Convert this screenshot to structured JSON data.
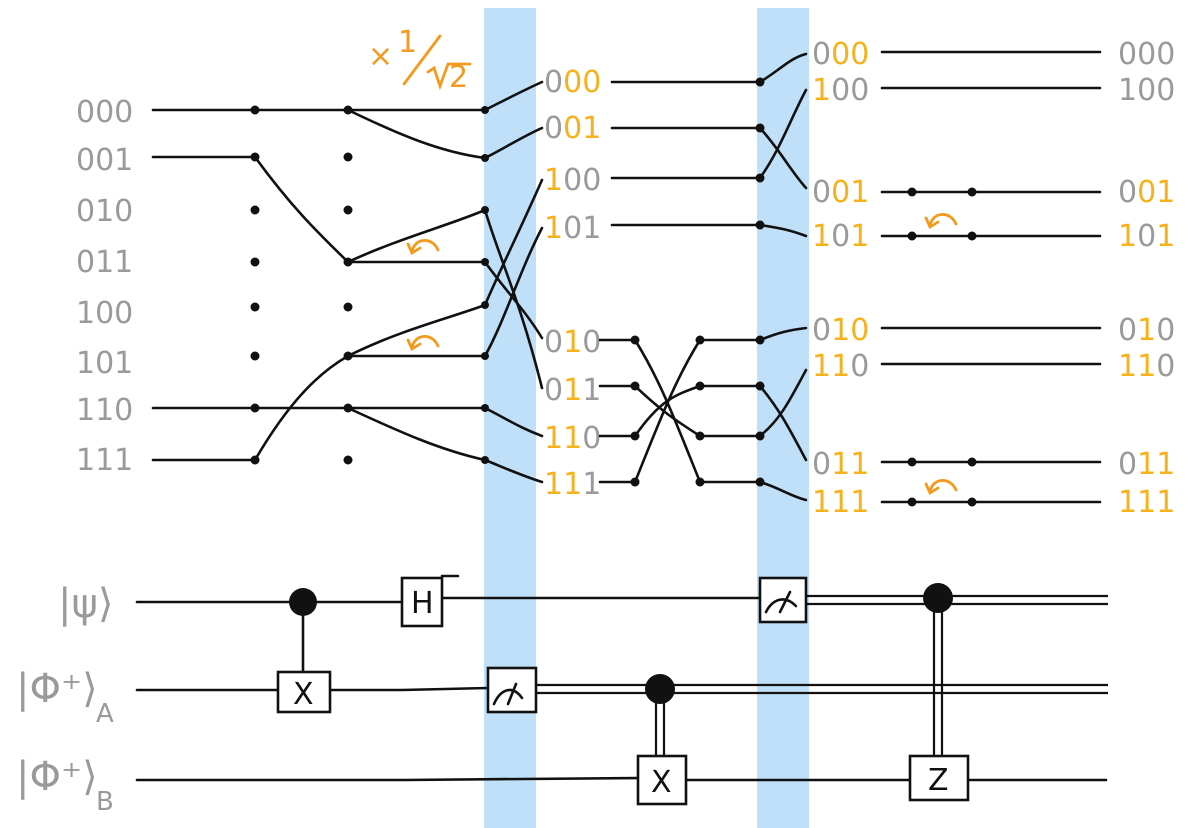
{
  "colors": {
    "label_gray": "#9a9a9a",
    "bit_orange": "#f5b21c",
    "annotation_orange": "#f39a1e",
    "band_blue": "#bfe0f8",
    "ink": "#111111"
  },
  "scale_annotation": {
    "prefix": "×",
    "numerator": "1",
    "radicand": "2"
  },
  "stage0_labels": [
    "000",
    "001",
    "010",
    "011",
    "100",
    "101",
    "110",
    "111"
  ],
  "stage1_labels": [
    {
      "parts": [
        [
          "0",
          "g"
        ],
        [
          "0",
          "o"
        ],
        [
          "0",
          "o"
        ]
      ]
    },
    {
      "parts": [
        [
          "0",
          "g"
        ],
        [
          "0",
          "o"
        ],
        [
          "1",
          "o"
        ]
      ]
    },
    {
      "parts": [
        [
          "1",
          "o"
        ],
        [
          "0",
          "g"
        ],
        [
          "0",
          "g"
        ]
      ]
    },
    {
      "parts": [
        [
          "1",
          "o"
        ],
        [
          "0",
          "g"
        ],
        [
          "1",
          "g"
        ]
      ]
    },
    {
      "parts": [
        [
          "0",
          "g"
        ],
        [
          "1",
          "o"
        ],
        [
          "0",
          "g"
        ]
      ]
    },
    {
      "parts": [
        [
          "0",
          "g"
        ],
        [
          "1",
          "o"
        ],
        [
          "1",
          "g"
        ]
      ]
    },
    {
      "parts": [
        [
          "1",
          "o"
        ],
        [
          "1",
          "o"
        ],
        [
          "0",
          "g"
        ]
      ]
    },
    {
      "parts": [
        [
          "1",
          "o"
        ],
        [
          "1",
          "o"
        ],
        [
          "1",
          "g"
        ]
      ]
    }
  ],
  "stage2_labels": [
    {
      "parts": [
        [
          "0",
          "g"
        ],
        [
          "0",
          "o"
        ],
        [
          "0",
          "o"
        ]
      ]
    },
    {
      "parts": [
        [
          "1",
          "o"
        ],
        [
          "0",
          "g"
        ],
        [
          "0",
          "g"
        ]
      ]
    },
    {
      "parts": [
        [
          "0",
          "g"
        ],
        [
          "0",
          "o"
        ],
        [
          "1",
          "o"
        ]
      ]
    },
    {
      "parts": [
        [
          "1",
          "o"
        ],
        [
          "0",
          "g"
        ],
        [
          "1",
          "o"
        ]
      ]
    },
    {
      "parts": [
        [
          "0",
          "g"
        ],
        [
          "1",
          "o"
        ],
        [
          "0",
          "o"
        ]
      ]
    },
    {
      "parts": [
        [
          "1",
          "o"
        ],
        [
          "1",
          "o"
        ],
        [
          "0",
          "g"
        ]
      ]
    },
    {
      "parts": [
        [
          "0",
          "g"
        ],
        [
          "1",
          "o"
        ],
        [
          "1",
          "o"
        ]
      ]
    },
    {
      "parts": [
        [
          "1",
          "o"
        ],
        [
          "1",
          "o"
        ],
        [
          "1",
          "o"
        ]
      ]
    }
  ],
  "stage3_labels": [
    {
      "parts": [
        [
          "0",
          "g"
        ],
        [
          "0",
          "g"
        ],
        [
          "0",
          "g"
        ]
      ]
    },
    {
      "parts": [
        [
          "1",
          "g"
        ],
        [
          "0",
          "g"
        ],
        [
          "0",
          "g"
        ]
      ]
    },
    {
      "parts": [
        [
          "0",
          "g"
        ],
        [
          "0",
          "o"
        ],
        [
          "1",
          "o"
        ]
      ]
    },
    {
      "parts": [
        [
          "1",
          "o"
        ],
        [
          "0",
          "g"
        ],
        [
          "1",
          "o"
        ]
      ]
    },
    {
      "parts": [
        [
          "0",
          "g"
        ],
        [
          "1",
          "o"
        ],
        [
          "0",
          "g"
        ]
      ]
    },
    {
      "parts": [
        [
          "1",
          "o"
        ],
        [
          "1",
          "o"
        ],
        [
          "0",
          "g"
        ]
      ]
    },
    {
      "parts": [
        [
          "0",
          "g"
        ],
        [
          "1",
          "o"
        ],
        [
          "1",
          "o"
        ]
      ]
    },
    {
      "parts": [
        [
          "1",
          "o"
        ],
        [
          "1",
          "o"
        ],
        [
          "1",
          "o"
        ]
      ]
    }
  ],
  "circuit": {
    "qubits": [
      {
        "name": "psi",
        "ket": "|ψ⟩",
        "sub": ""
      },
      {
        "name": "phi-a",
        "ket": "|Φ⁺⟩",
        "sub": "A"
      },
      {
        "name": "phi-b",
        "ket": "|Φ⁺⟩",
        "sub": "B"
      }
    ],
    "gates": {
      "x1": "X",
      "h": "H",
      "x2": "X",
      "z": "Z"
    }
  }
}
